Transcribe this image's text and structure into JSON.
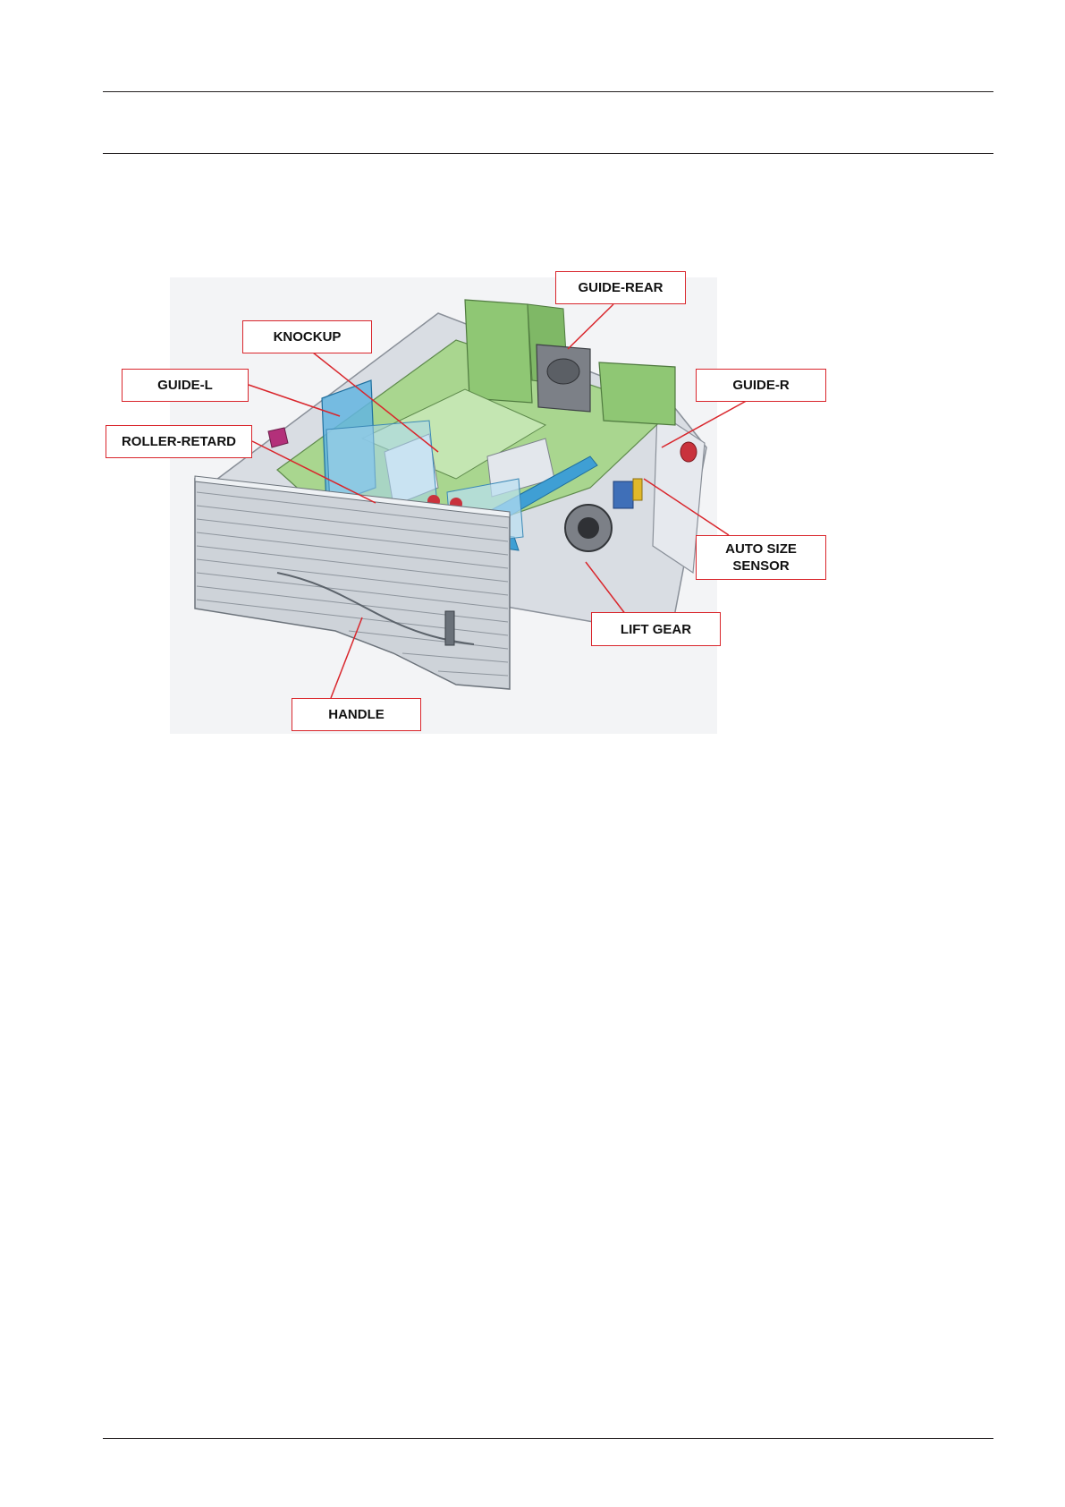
{
  "colors": {
    "callout_border": "#d9262c",
    "rule": "#231f20",
    "tray_green": "#9fd28a",
    "guide_blue": "#4aa7d8",
    "tray_grey": "#d9dde3"
  },
  "figure": {
    "callouts": {
      "guide_rear": "GUIDE-REAR",
      "knockup": "KNOCKUP",
      "guide_l": "GUIDE-L",
      "guide_r": "GUIDE-R",
      "roller_retard": "ROLLER-RETARD",
      "auto_size_sensor": "AUTO SIZE\nSENSOR",
      "lift_gear": "LIFT GEAR",
      "handle": "HANDLE"
    }
  }
}
